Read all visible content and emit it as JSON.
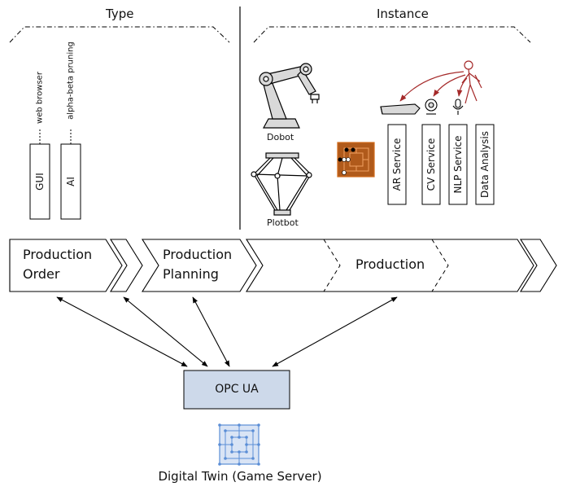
{
  "headers": {
    "type": "Type",
    "instance": "Instance"
  },
  "type_components": [
    {
      "box": "GUI",
      "tag": "web browser"
    },
    {
      "box": "AI",
      "tag": "alpha-beta pruning"
    }
  ],
  "robots": {
    "dobot": "Dobot",
    "plotbot": "Plotbot"
  },
  "services": [
    "AR Service",
    "CV Service",
    "NLP Service",
    "Data Analysis"
  ],
  "phases": {
    "order_line1": "Production",
    "order_line2": "Order",
    "planning_line1": "Production",
    "planning_line2": "Planning",
    "production": "Production"
  },
  "middleware": "OPC UA",
  "twin_caption": "Digital Twin (Game Server)",
  "colors": {
    "opc_fill": "#cdd9ea",
    "twin_blue": "#5b8ed6",
    "board_orange": "#c55a11",
    "board_brown": "#8b3a0e",
    "human_red": "#a52a2a",
    "line": "#000000"
  }
}
